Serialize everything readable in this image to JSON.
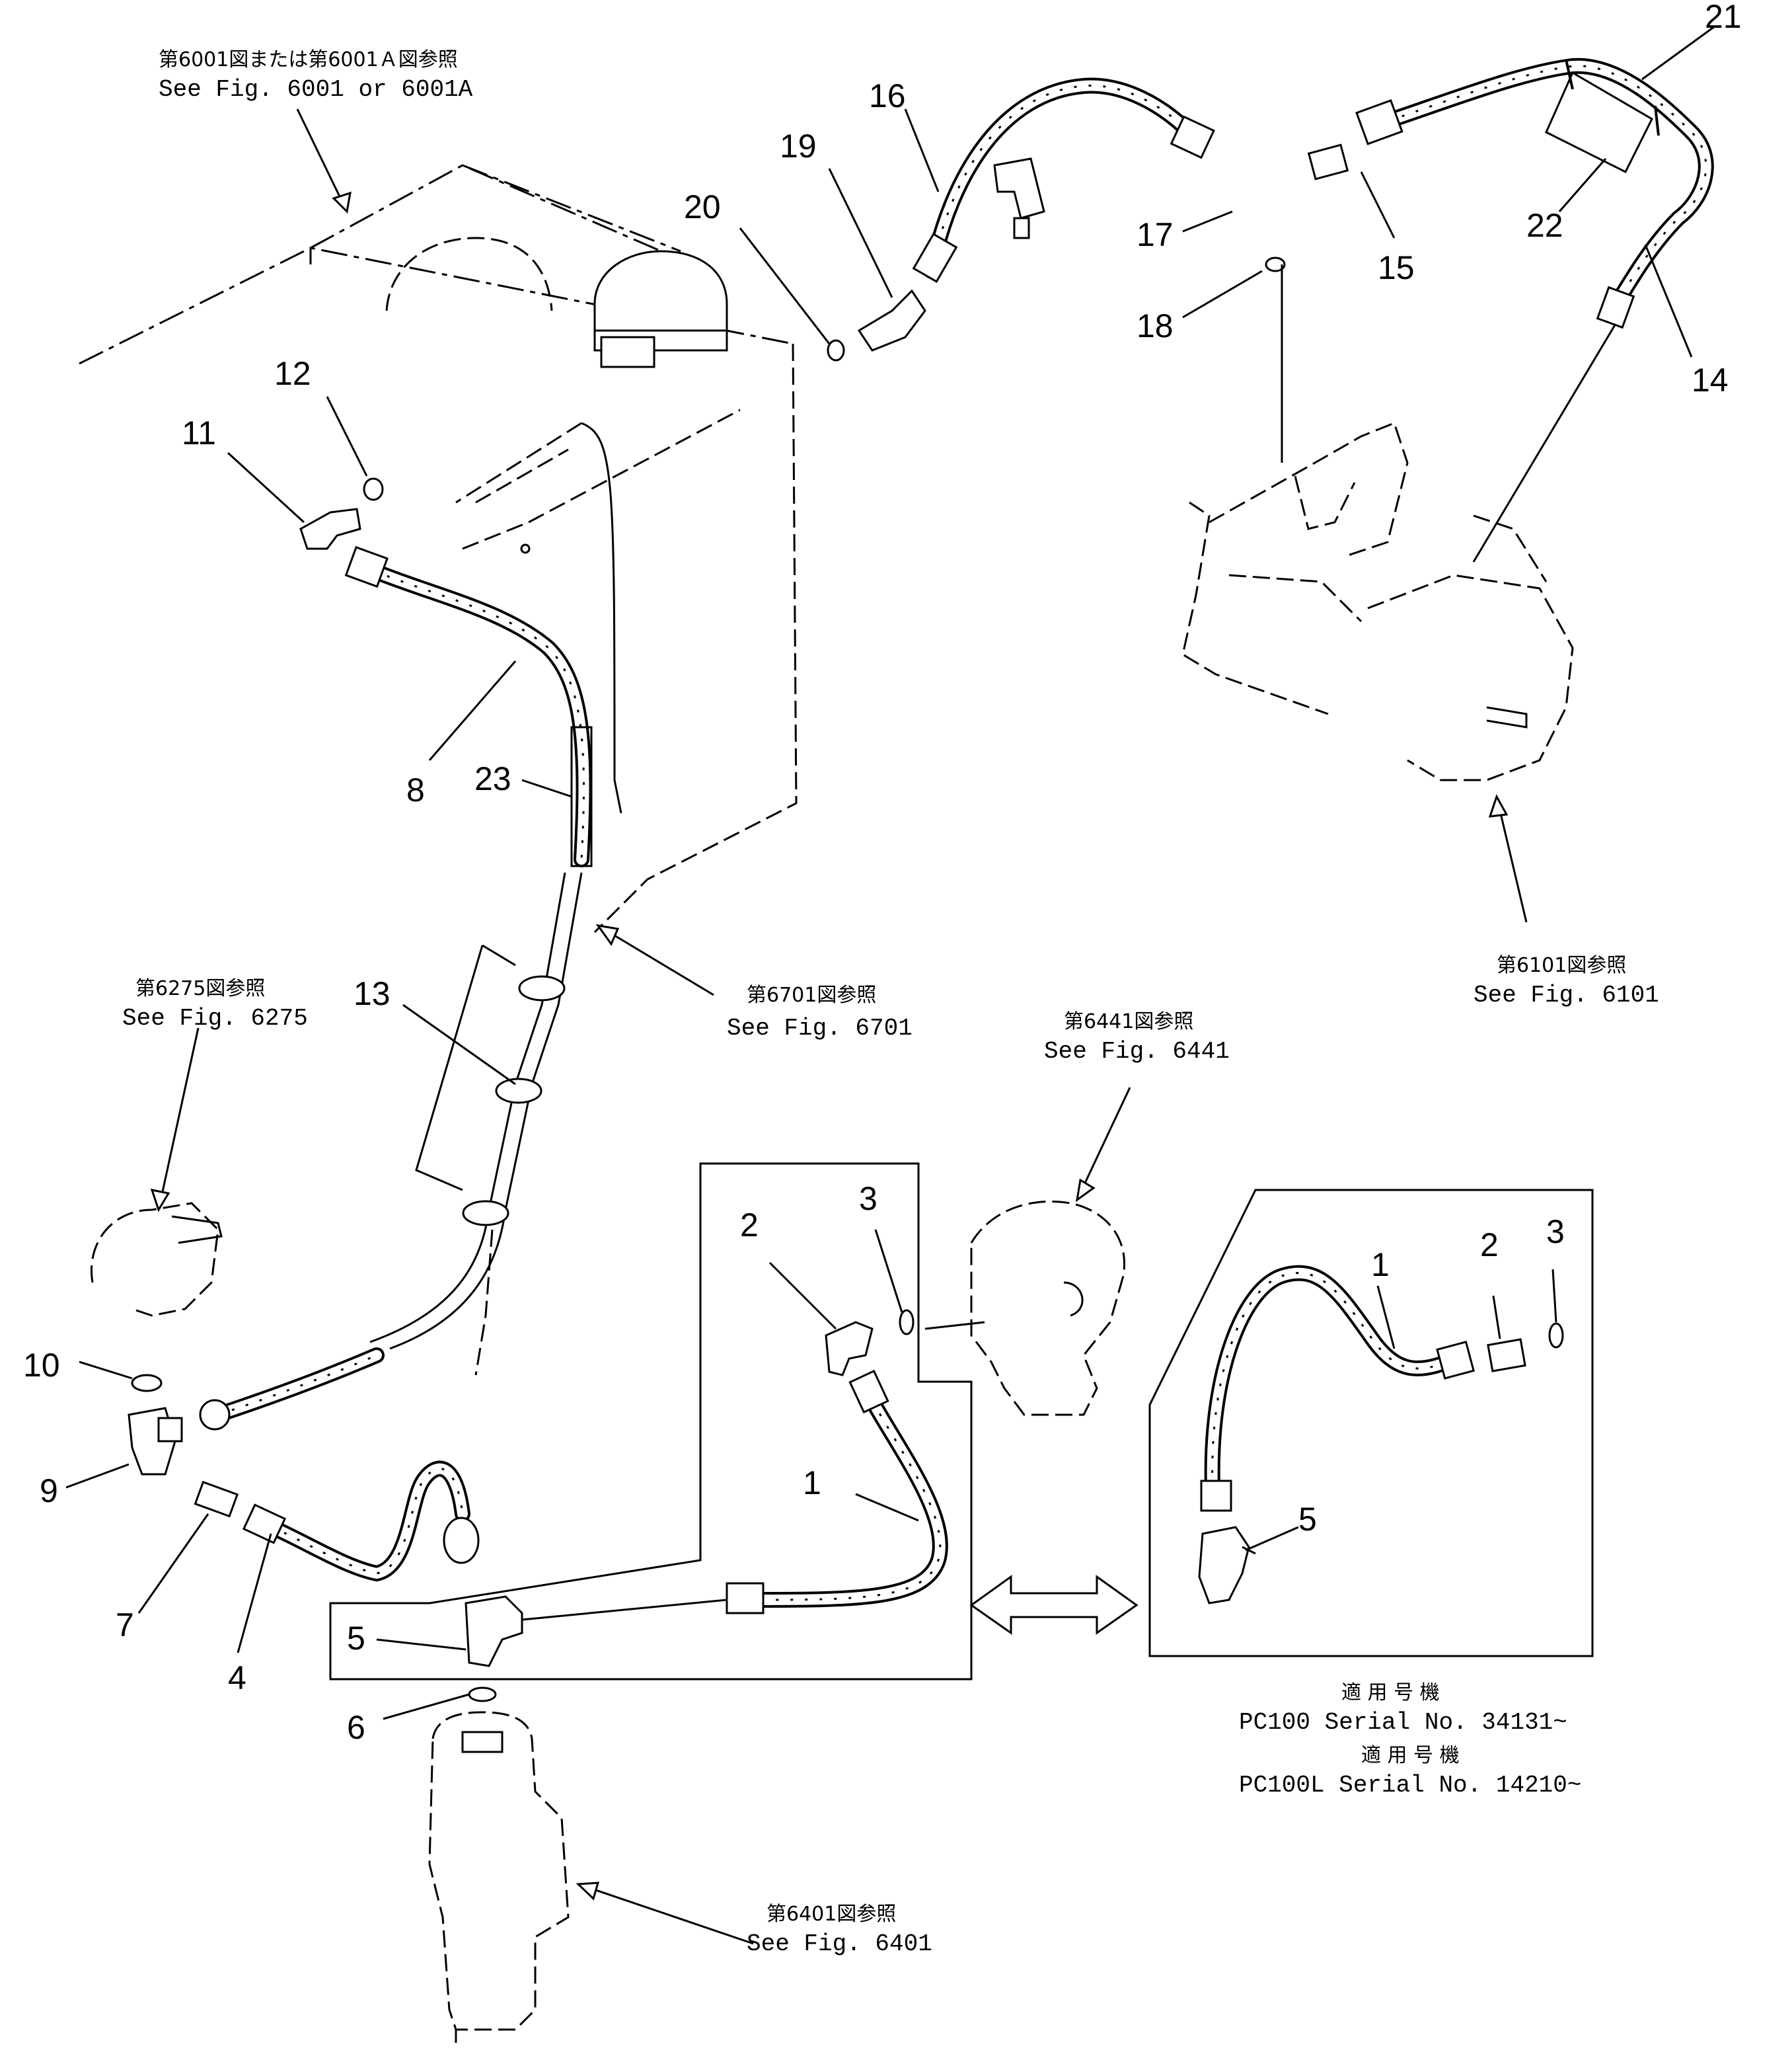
{
  "part_labels": [
    {
      "id": "p21",
      "text": "21"
    },
    {
      "id": "p16",
      "text": "16"
    },
    {
      "id": "p19",
      "text": "19"
    },
    {
      "id": "p20",
      "text": "20"
    },
    {
      "id": "p17",
      "text": "17"
    },
    {
      "id": "p15",
      "text": "15"
    },
    {
      "id": "p22",
      "text": "22"
    },
    {
      "id": "p18",
      "text": "18"
    },
    {
      "id": "p14",
      "text": "14"
    },
    {
      "id": "p12",
      "text": "12"
    },
    {
      "id": "p11",
      "text": "11"
    },
    {
      "id": "p8",
      "text": "8"
    },
    {
      "id": "p23",
      "text": "23"
    },
    {
      "id": "p13",
      "text": "13"
    },
    {
      "id": "p10",
      "text": "10"
    },
    {
      "id": "p9",
      "text": "9"
    },
    {
      "id": "p7",
      "text": "7"
    },
    {
      "id": "p4",
      "text": "4"
    },
    {
      "id": "p5a",
      "text": "5"
    },
    {
      "id": "p6",
      "text": "6"
    },
    {
      "id": "p2a",
      "text": "2"
    },
    {
      "id": "p3a",
      "text": "3"
    },
    {
      "id": "p1a",
      "text": "1"
    },
    {
      "id": "p1b",
      "text": "1"
    },
    {
      "id": "p2b",
      "text": "2"
    },
    {
      "id": "p3b",
      "text": "3"
    },
    {
      "id": "p5b",
      "text": "5"
    }
  ],
  "references": {
    "fig6001": {
      "jp": "第6001図または第6001Ａ図参照",
      "en": "See  Fig. 6001  or  6001A"
    },
    "fig6101": {
      "jp": "第6101図参照",
      "en": "See Fig. 6101"
    },
    "fig6701": {
      "jp": "第6701図参照",
      "en": "See Fig. 6701"
    },
    "fig6275": {
      "jp": "第6275図参照",
      "en": "See Fig. 6275"
    },
    "fig6441": {
      "jp": "第6441図参照",
      "en": "See Fig. 6441"
    },
    "fig6401": {
      "jp": "第6401図参照",
      "en": "See Fig. 6401"
    }
  },
  "serials": {
    "pc100_jp": "適 用 号 機",
    "pc100": "PC100 Serial No. 34131~",
    "pc100l_jp": "適 用 号 機",
    "pc100l": "PC100L Serial No. 14210~"
  }
}
